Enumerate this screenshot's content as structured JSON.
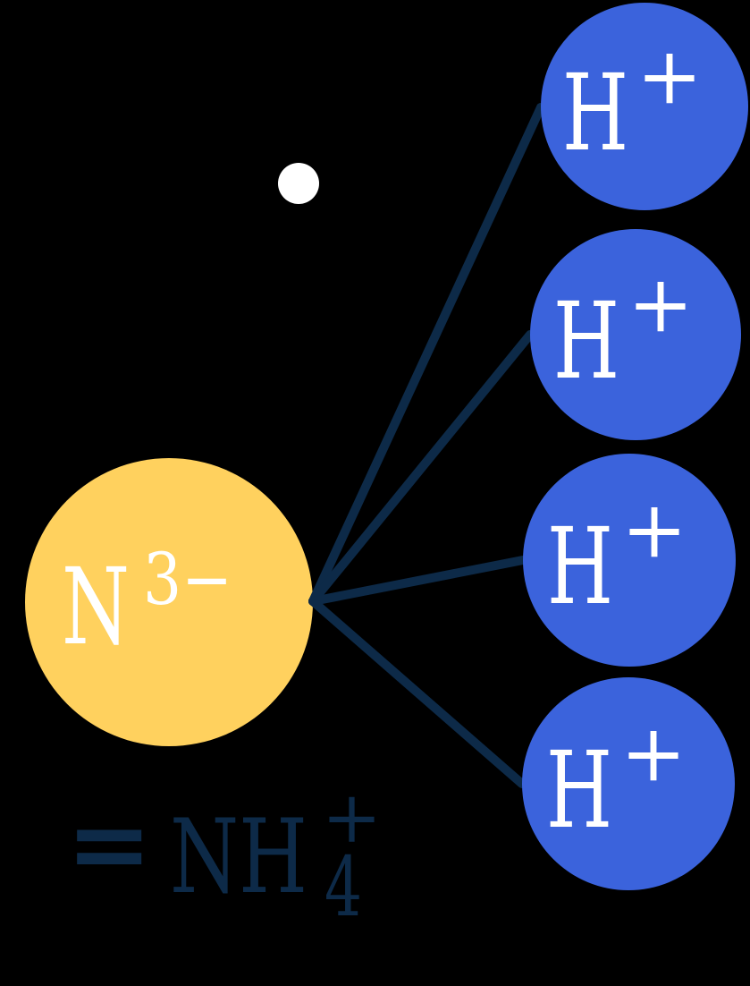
{
  "colors": {
    "background": "#000000",
    "hydrogen_circle": "#3b63dc",
    "nitride_circle": "#ffd15e",
    "bond": "#0d2a48",
    "ion_text": "#ffffff",
    "formula_text": "#0d2a48",
    "electron_dot": "#ffffff"
  },
  "nitride_ion": {
    "symbol": "N",
    "charge": "3−"
  },
  "hydrogen_ions": [
    {
      "symbol": "H",
      "charge": "+"
    },
    {
      "symbol": "H",
      "charge": "+"
    },
    {
      "symbol": "H",
      "charge": "+"
    },
    {
      "symbol": "H",
      "charge": "+"
    }
  ],
  "formula": {
    "equals": "=",
    "base": "NH",
    "subscript": "4",
    "superscript": "+"
  }
}
